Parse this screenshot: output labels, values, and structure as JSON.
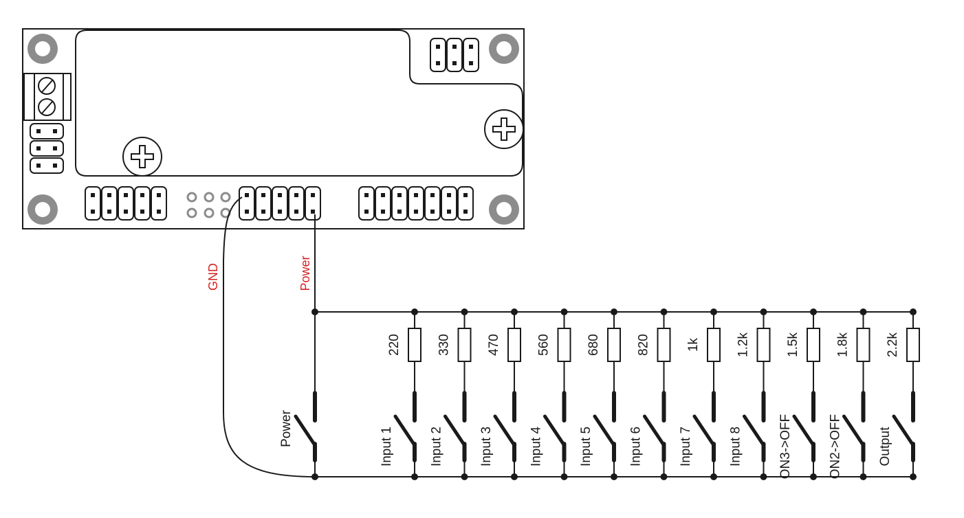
{
  "diagram": {
    "wire_labels": {
      "gnd": "GND",
      "power": "Power"
    },
    "switches": [
      {
        "label": "Power"
      },
      {
        "label": "Input 1",
        "resistor": "220"
      },
      {
        "label": "Input 2",
        "resistor": "330"
      },
      {
        "label": "Input 3",
        "resistor": "470"
      },
      {
        "label": "Input 4",
        "resistor": "560"
      },
      {
        "label": "Input 5",
        "resistor": "680"
      },
      {
        "label": "Input 6",
        "resistor": "820"
      },
      {
        "label": "Input 7",
        "resistor": "1k"
      },
      {
        "label": "Input 8",
        "resistor": "1.2k"
      },
      {
        "label": "ON3->OFF",
        "resistor": "1.5k"
      },
      {
        "label": "ON2->OFF",
        "resistor": "1.8k"
      },
      {
        "label": "Output",
        "resistor": "2.2k"
      }
    ]
  },
  "colors": {
    "line": "#1a1a1a",
    "wire_label": "#d42020",
    "mount_hole": "#8c8c8c"
  }
}
